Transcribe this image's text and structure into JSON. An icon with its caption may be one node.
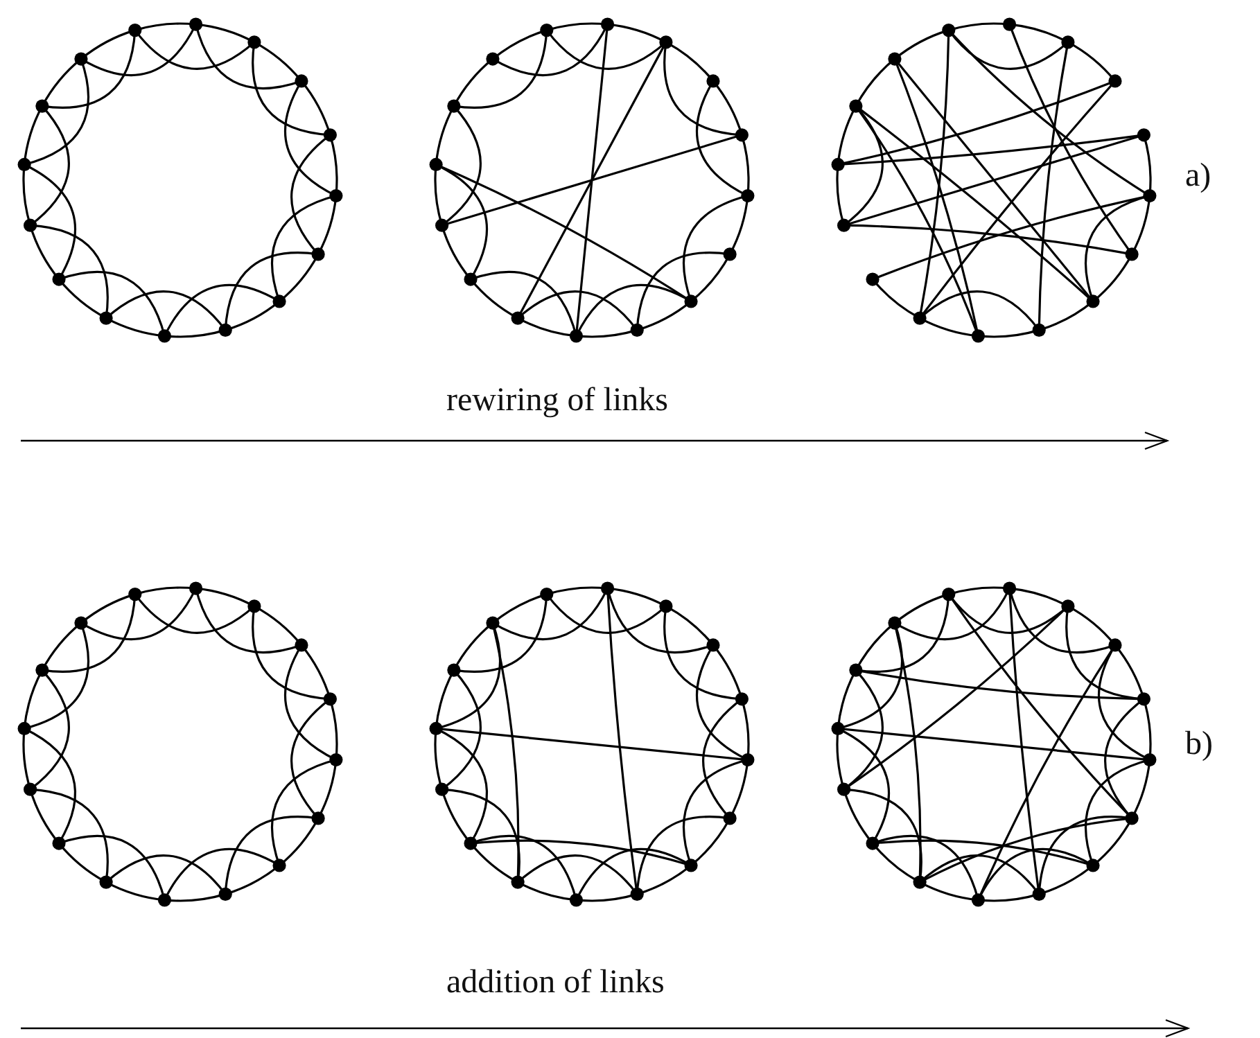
{
  "diagram": {
    "labels": [
      "a)",
      "rewiring of links",
      "b)",
      "addition of links"
    ]
  }
}
